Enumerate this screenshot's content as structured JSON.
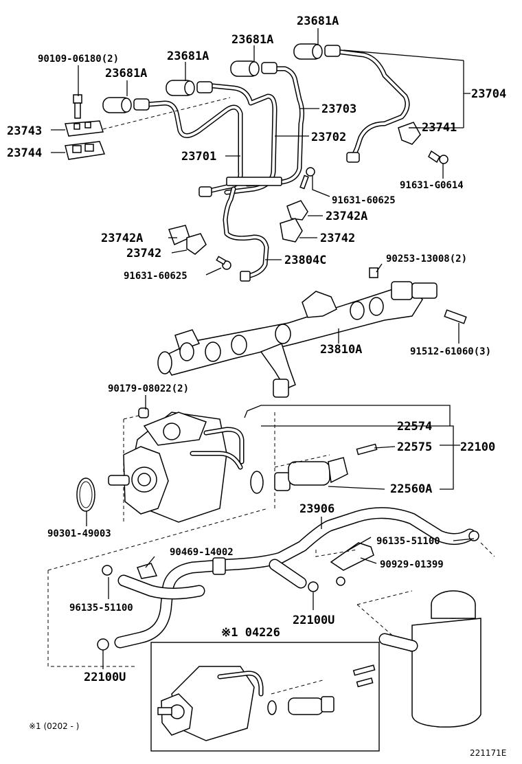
{
  "labels": {
    "p23681A_1": "23681A",
    "p23681A_2": "23681A",
    "p23681A_3": "23681A",
    "p23681A_4": "23681A",
    "p90109": "90109-06180(2)",
    "p23704": "23704",
    "p23703": "23703",
    "p23702": "23702",
    "p23701": "23701",
    "p23743": "23743",
    "p23744": "23744",
    "p23741": "23741",
    "p91631_G0614": "91631-G0614",
    "p91631_60625_a": "91631-60625",
    "p23742A_a": "23742A",
    "p23742_a": "23742",
    "p23742A_b": "23742A",
    "p23742_b": "23742",
    "p23804C": "23804C",
    "p91631_60625_b": "91631-60625",
    "p90253": "90253-13008(2)",
    "p23810A": "23810A",
    "p91512": "91512-61060(3)",
    "p90179": "90179-08022(2)",
    "p22574": "22574",
    "p22575": "22575",
    "p22100": "22100",
    "p22560A": "22560A",
    "p90301": "90301-49003",
    "p23906": "23906",
    "p96135_a": "96135-51100",
    "p90469": "90469-14002",
    "p90929": "90929-01399",
    "p96135_b": "96135-51100",
    "p22100U_a": "22100U",
    "p22100U_b": "22100U",
    "p04226": "※1 04226",
    "note": "※1 (0202 -      )",
    "figure_id": "221171E"
  }
}
